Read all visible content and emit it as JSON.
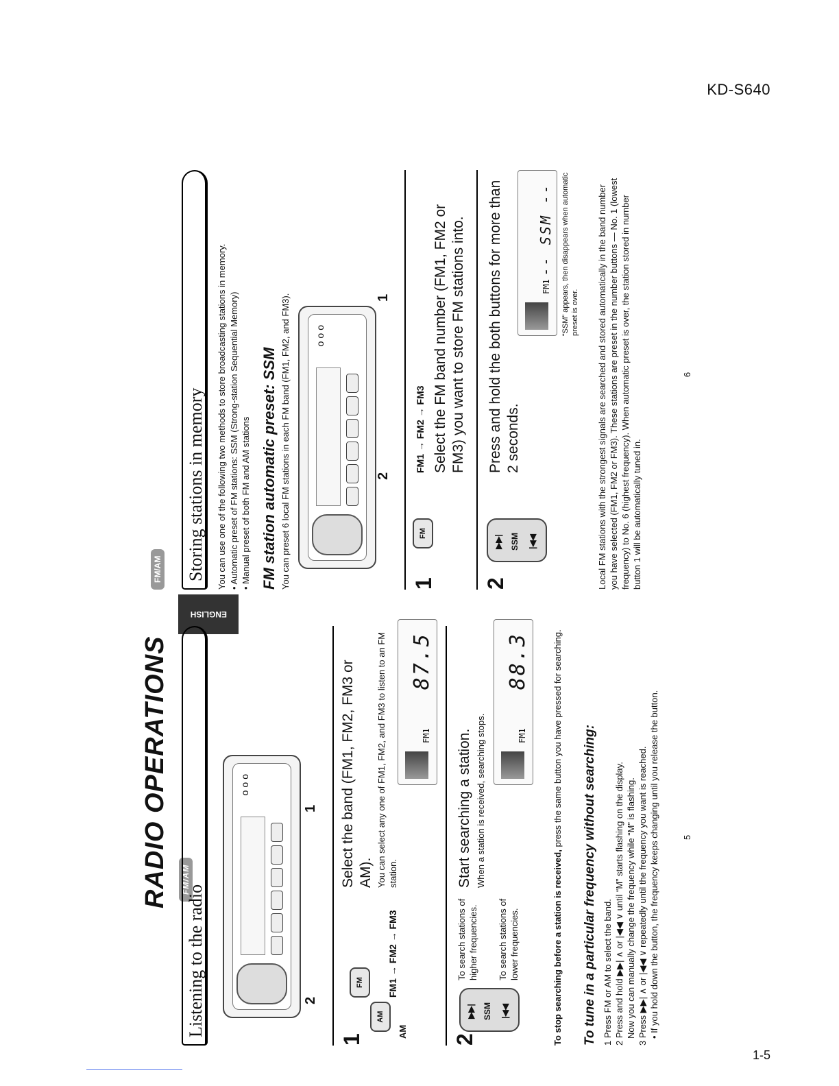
{
  "page": {
    "model": "KD-S640",
    "page_number": "1-5"
  },
  "left": {
    "title": "RADIO OPERATIONS",
    "tab": "ENGLISH",
    "section": "Listening to the radio",
    "callout_1": "1",
    "callout_2": "2",
    "step1": {
      "num": "1",
      "heading": "Select the band (FM1, FM2, FM3 or AM).",
      "note": "You can select any one of FM1, FM2, and FM3 to listen to an FM station.",
      "am_label": "AM",
      "fm_button": "FM",
      "am_button": "AM",
      "cycle": [
        "FM1",
        "FM2",
        "FM3"
      ],
      "display_band": "FM1",
      "display_freq": "87.5"
    },
    "step2": {
      "num": "2",
      "heading": "Start searching a station.",
      "note": "When a station is received, searching stops.",
      "higher": "To search stations of higher frequencies.",
      "lower": "To search stations of lower frequencies.",
      "display_band": "FM1",
      "display_freq": "88.3"
    },
    "stop_bold": "To stop searching before a station is received,",
    "stop_text": "press the same button you have pressed for searching.",
    "tune_heading": "To tune in a particular frequency without searching:",
    "tune_lines": [
      "1 Press FM or AM to select the band.",
      "2 Press and hold ▶▶| ∧ or |◀◀ ∨ until “M” starts flashing on the display.",
      "Now you can manually change the frequency while “M” is flashing.",
      "3 Press ▶▶| ∧ or |◀◀ ∨ repeatedly until the frequency you want is reached.",
      "• If you hold down the button, the frequency keeps changing until you release the button."
    ],
    "footer_num": "5"
  },
  "right": {
    "section": "Storing stations in memory",
    "intro": "You can use one of the following two methods to store broadcasting stations in memory.",
    "bullets": [
      "• Automatic preset of FM stations: SSM (Strong-station Sequential Memory)",
      "• Manual preset of both FM and AM stations"
    ],
    "ssm_heading": "FM station automatic preset: SSM",
    "ssm_sub": "You can preset 6 local FM stations in each FM band (FM1, FM2, and FM3).",
    "callout_1": "1",
    "callout_2": "2",
    "step1": {
      "num": "1",
      "fm_button": "FM",
      "cycle": [
        "FM1",
        "FM2",
        "FM3"
      ],
      "heading": "Select the FM band number (FM1, FM2 or FM3) you want to store FM stations into."
    },
    "step2": {
      "num": "2",
      "heading": "Press and hold the both buttons for more than 2 seconds.",
      "display_band": "FM1",
      "display_text": "-- SSM --",
      "note": "“SSM” appears, then disappears when automatic preset is over."
    },
    "closing": "Local FM stations with the strongest signals are searched and stored automatically in the band number you have selected (FM1, FM2 or FM3). These stations are preset in the number buttons — No. 1 (lowest frequency) to No. 6 (highest frequency). When automatic preset is over, the station stored in number button 1 will be automatically tuned in.",
    "footer_num": "6"
  }
}
